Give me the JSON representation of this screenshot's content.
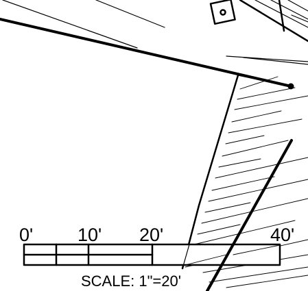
{
  "scale_bar": {
    "tick_labels": [
      "0'",
      "10'",
      "20'",
      "40'"
    ],
    "caption": "SCALE: 1\"=20'"
  },
  "colors": {
    "ink": "#000000",
    "paper": "#ffffff"
  }
}
